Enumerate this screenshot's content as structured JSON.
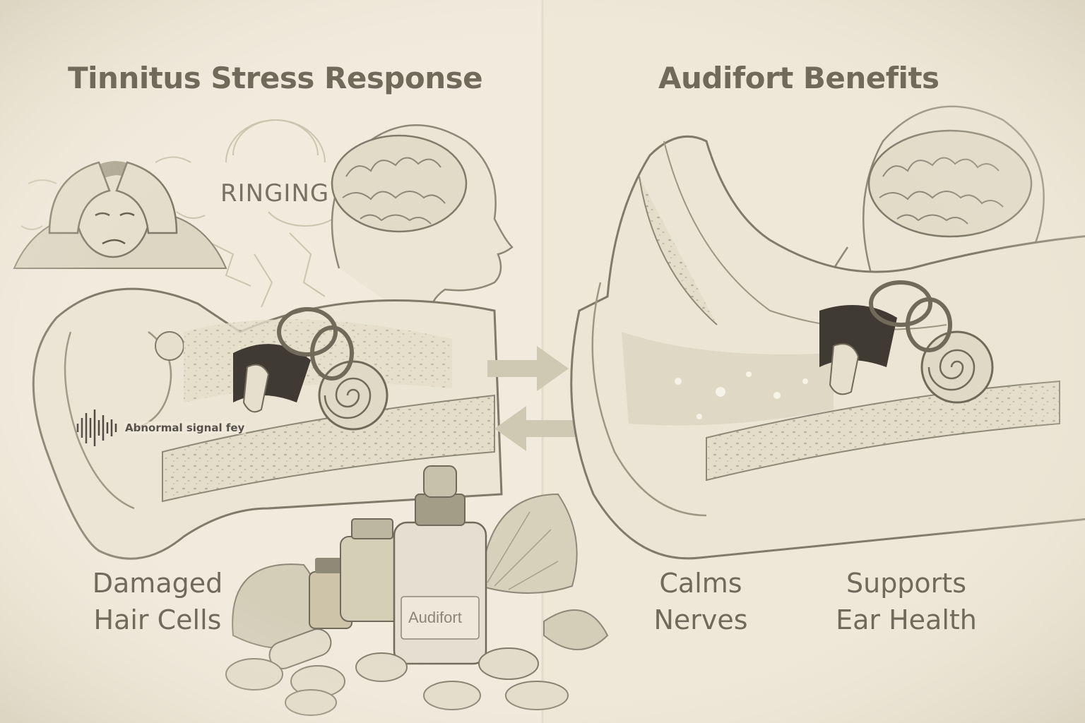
{
  "panels": {
    "left_title": "Tinnitus Stress Response",
    "right_title": "Audifort Benefits"
  },
  "labels": {
    "ringing": "RINGING",
    "abnormal_signal": "Abnormal signal fey",
    "damaged_line1": "Damaged",
    "damaged_line2": "Hair Cells",
    "calms_line1": "Calms",
    "calms_line2": "Nerves",
    "supports_line1": "Supports",
    "supports_line2": "Ear Health",
    "bottle_brand": "Audifort"
  },
  "icons": {
    "stressed_person": "stressed-person-icon",
    "brain": "brain-icon",
    "ear_anatomy": "ear-anatomy-icon",
    "cochlea": "cochlea-icon",
    "arrow_right": "arrow-right-icon",
    "arrow_left": "arrow-left-icon",
    "supplement_bottles": "supplement-bottles-icon",
    "ginkgo_leaves": "ginkgo-leaf-icon",
    "capsules": "capsule-icon"
  },
  "colors": {
    "background": "#efe9da",
    "ink": "#6f6a5a",
    "sketch": "#8d8878",
    "shade": "#d9d2bf",
    "bone": "#cfc8b2"
  }
}
